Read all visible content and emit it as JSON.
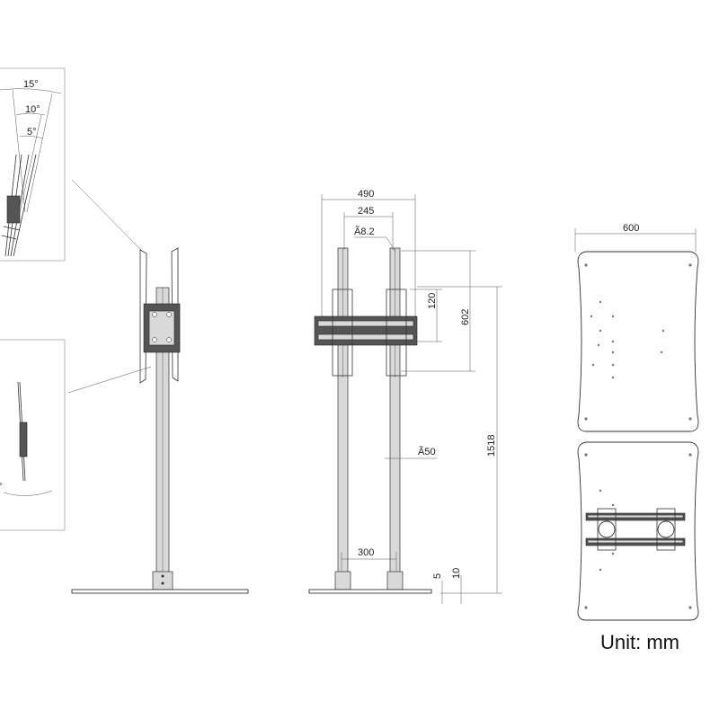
{
  "detail_views": {
    "tilt_angles": [
      "15°",
      "10°",
      "5°"
    ],
    "swivel_angle_partial": "°"
  },
  "front_view": {
    "overall_width": "490",
    "mount_width": "245",
    "hole_diameter": "Ã8.2",
    "bracket_height": "120",
    "rail_height": "602",
    "total_height": "1518",
    "pole_diameter": "Ã50",
    "pole_spacing": "300",
    "base_thickness": "5",
    "base_offset": "10"
  },
  "base_plate": {
    "width": "600"
  },
  "unit_label": "Unit: mm"
}
